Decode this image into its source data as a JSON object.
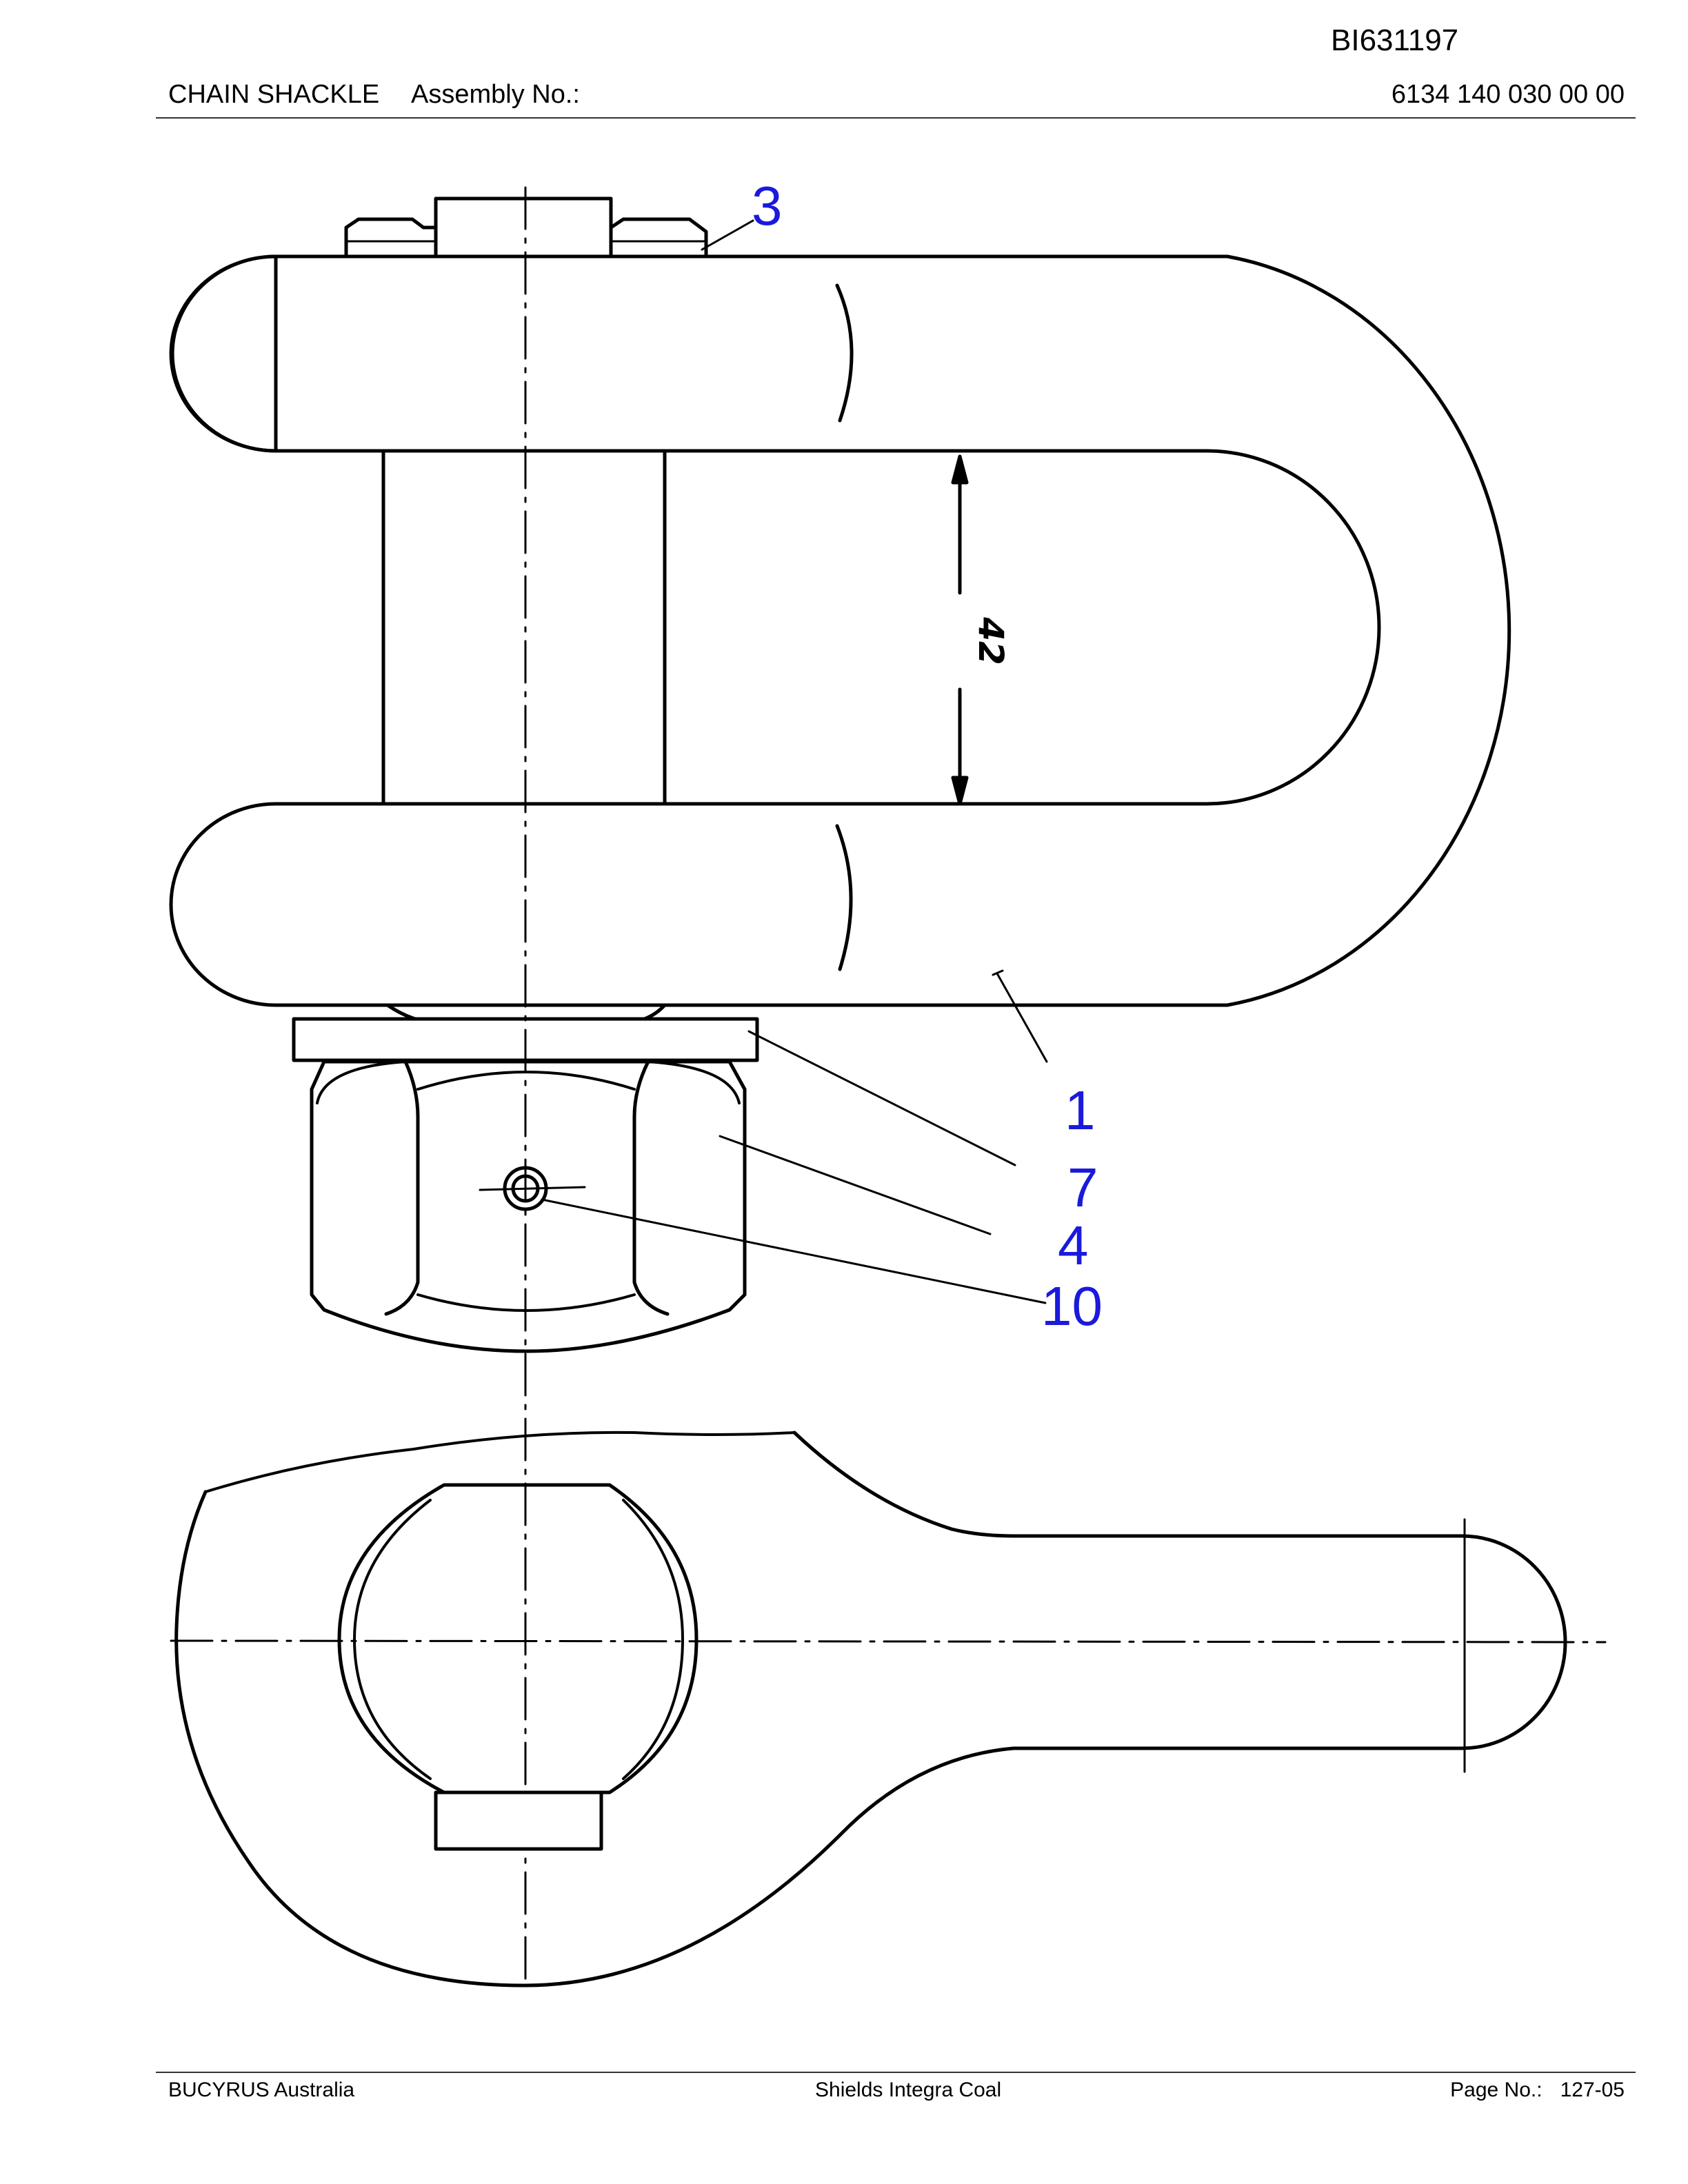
{
  "document": {
    "id": "BI631197",
    "title": "CHAIN SHACKLE",
    "assembly_label": "Assembly No.:",
    "assembly_number": "6134 140 030 00 00"
  },
  "drawing": {
    "dimension": "42",
    "callouts": {
      "item_1": "1",
      "item_3": "3",
      "item_4": "4",
      "item_7": "7",
      "item_10": "10"
    }
  },
  "footer": {
    "company": "BUCYRUS Australia",
    "customer": "Shields Integra Coal",
    "page_label": "Page No.:",
    "page_number": "127-05"
  }
}
